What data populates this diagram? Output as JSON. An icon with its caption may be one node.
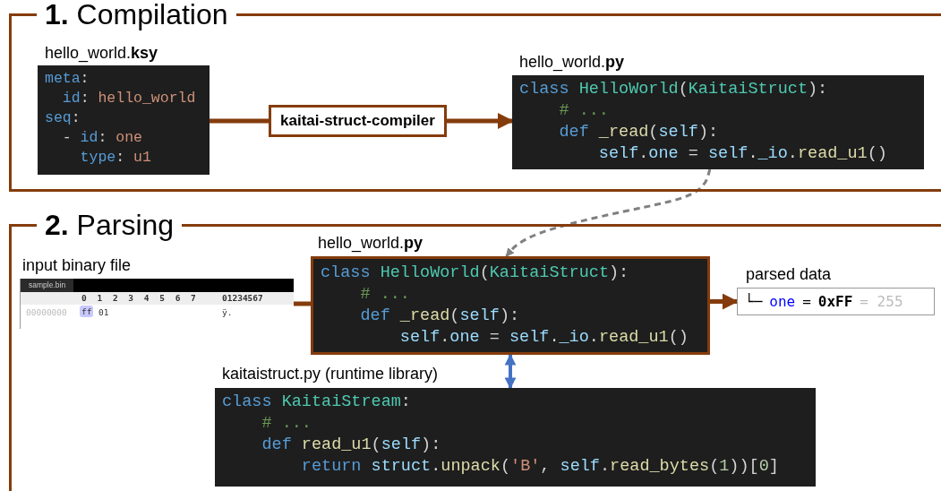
{
  "diagram": {
    "nodes": [
      {
        "text": [
          "**1.** Compilation"
        ]
      },
      {
        "text": [
          "hello_world.**ksy**",
          "meta:",
          "  id: hello_world",
          "seq:",
          "  - id: one",
          "    type: u1"
        ],
        "in": 0
      },
      {
        "text": [
          "kaitai-struct-compiler"
        ],
        "in": 0
      },
      {
        "text": [
          "hello_world.**py**",
          "class HelloWorld(KaitaiStruct):",
          "    # ...",
          "    def _read(self):",
          "        self.one = self._io.read_u1()"
        ],
        "in": 0
      },
      {
        "text": [
          "**2.** Parsing"
        ]
      },
      {
        "text": [
          "input binary file",
          "sample.bin",
          "0 1 2 3 4 5 6 7",
          "01234567",
          "00000000",
          "ff",
          "01",
          "ÿ."
        ],
        "in": 4
      },
      {
        "text": [
          "hello_world.**py**",
          "class HelloWorld(KaitaiStruct):",
          "    # ...",
          "    def _read(self):",
          "        self.one = self._io.read_u1()"
        ],
        "in": 4
      },
      {
        "text": [
          "parsed data",
          "└─",
          "one",
          "=",
          "0xFF",
          "= 255"
        ],
        "in": 4
      },
      {
        "text": [
          "kaitaistruct.py (runtime library)",
          "class KaitaiStream:",
          "    # ...",
          "    def read_u1(self):",
          "        return struct.unpack('B', self.read_bytes(1))[0]"
        ],
        "in": 4
      }
    ],
    "edges": [
      {
        "from": 1,
        "to": 2,
        "arrow": "none"
      },
      {
        "from": 2,
        "to": 3,
        "arrow": "to"
      },
      {
        "from": 3,
        "to": 6,
        "arrow": "to",
        "style": "dashed",
        "color": "#808080"
      },
      {
        "from": 5,
        "to": 6,
        "arrow": "none"
      },
      {
        "from": 6,
        "to": 7,
        "arrow": "to"
      },
      {
        "from": 6,
        "to": 8,
        "arrow": "both",
        "color": "#4472c4"
      }
    ]
  }
}
